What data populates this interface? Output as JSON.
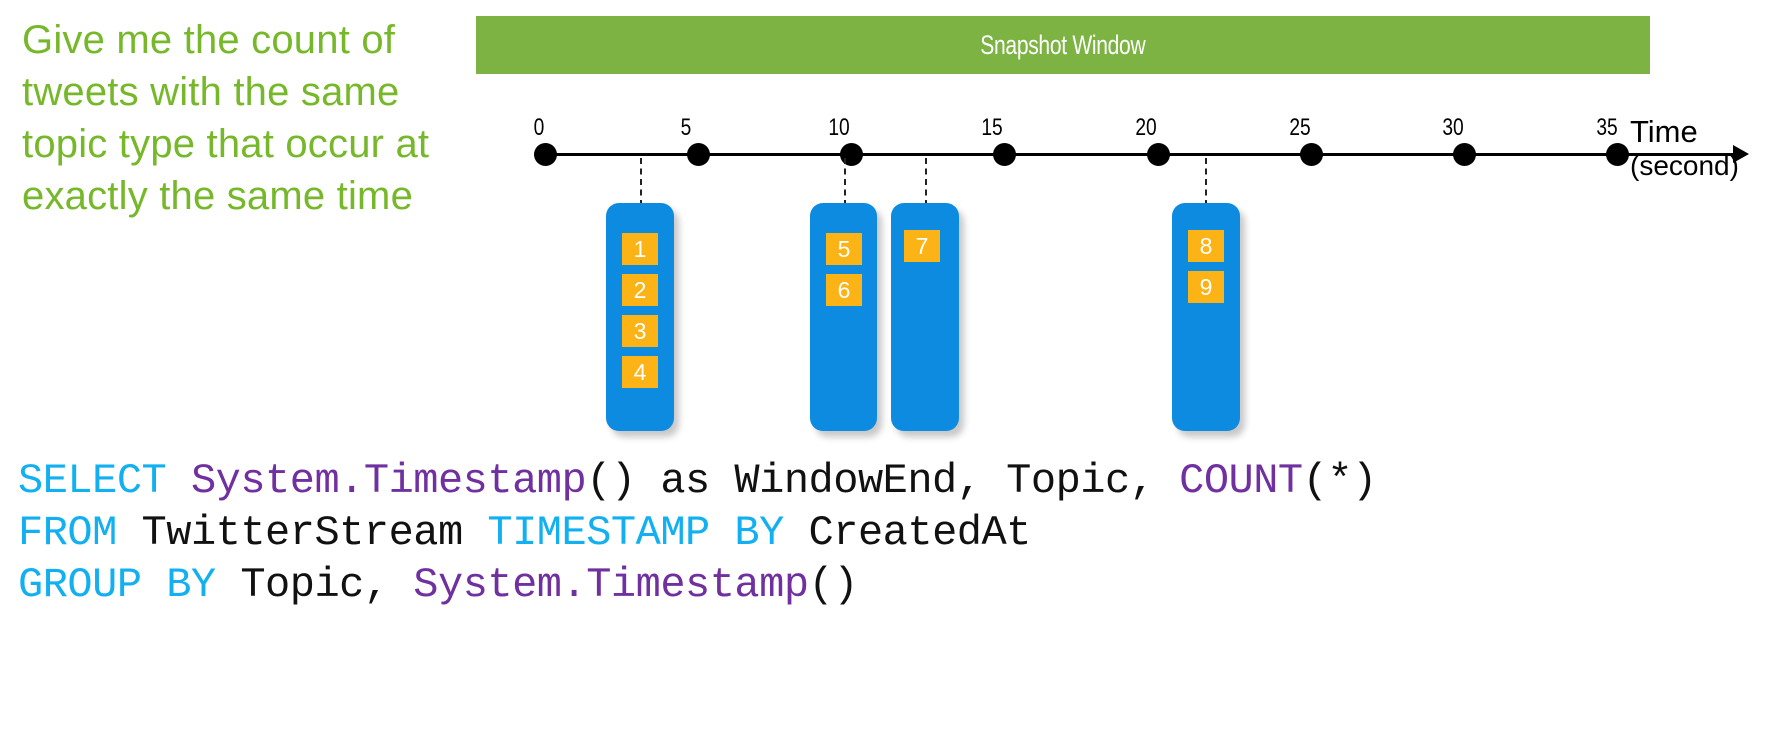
{
  "question": {
    "text": "Give me the count of tweets with the same topic type that occur at exactly the same time",
    "color": "#76B82A"
  },
  "banner": {
    "label": "Snapshot Window",
    "color": "#7CB342",
    "text_color": "#FFFFFF"
  },
  "axis": {
    "label": "Time",
    "unit": "(second)",
    "ticks": [
      "0",
      "5",
      "10",
      "15",
      "20",
      "25",
      "30",
      "35"
    ],
    "tick_values": [
      0,
      5,
      10,
      15,
      20,
      25,
      30,
      35
    ]
  },
  "groups": [
    {
      "name": "group-1",
      "at_time": 4,
      "events": [
        "1",
        "2",
        "3",
        "4"
      ]
    },
    {
      "name": "group-2",
      "at_time": 9,
      "events": [
        "5",
        "6"
      ]
    },
    {
      "name": "group-3",
      "at_time": 13,
      "events": [
        "7"
      ]
    },
    {
      "name": "group-4",
      "at_time": 22,
      "events": [
        "8",
        "9"
      ]
    }
  ],
  "colors": {
    "block": "#0D8BE0",
    "tile": "#FBB316",
    "tile_text": "#FFFFFF",
    "keyword": "#12B0F0",
    "function": "#7030A0",
    "plain": "#111111"
  },
  "sql": {
    "line1": {
      "k1": "SELECT ",
      "f1": "System.Timestamp",
      "p1": "() as WindowEnd, Topic, ",
      "f2": "COUNT",
      "p2": "(*)"
    },
    "line2": {
      "k1": "FROM ",
      "p1": "TwitterStream ",
      "k2": "TIMESTAMP BY ",
      "p2": "CreatedAt"
    },
    "line3": {
      "k1": "GROUP BY ",
      "p1": "Topic, ",
      "f1": "System.Timestamp",
      "p2": "()"
    },
    "full_text": "SELECT System.Timestamp() as WindowEnd, Topic, COUNT(*)\nFROM TwitterStream TIMESTAMP BY CreatedAt\nGROUP BY Topic, System.Timestamp()"
  }
}
